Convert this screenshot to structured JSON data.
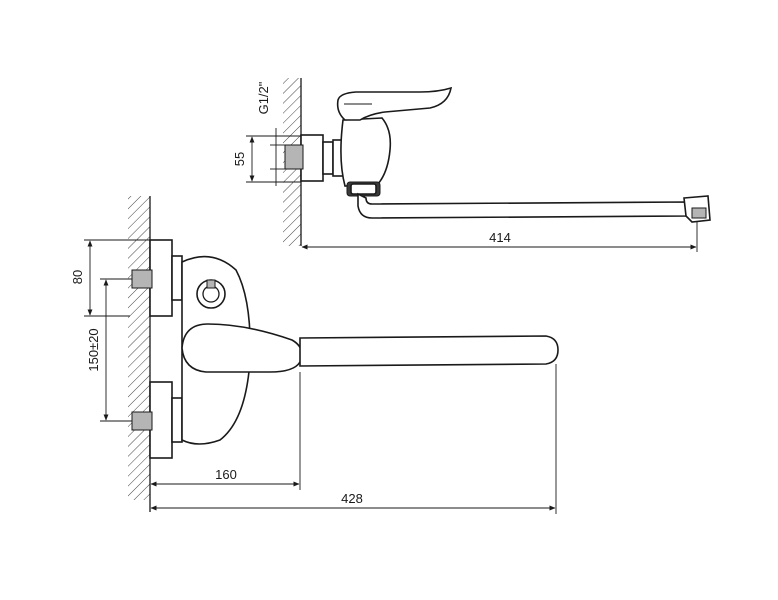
{
  "top_view": {
    "thread_label": "G1/2\"",
    "height_label": "55",
    "spout_length_label": "414"
  },
  "side_view": {
    "height_label": "80",
    "spacing_label": "150±20",
    "depth_label": "160",
    "total_length_label": "428"
  }
}
